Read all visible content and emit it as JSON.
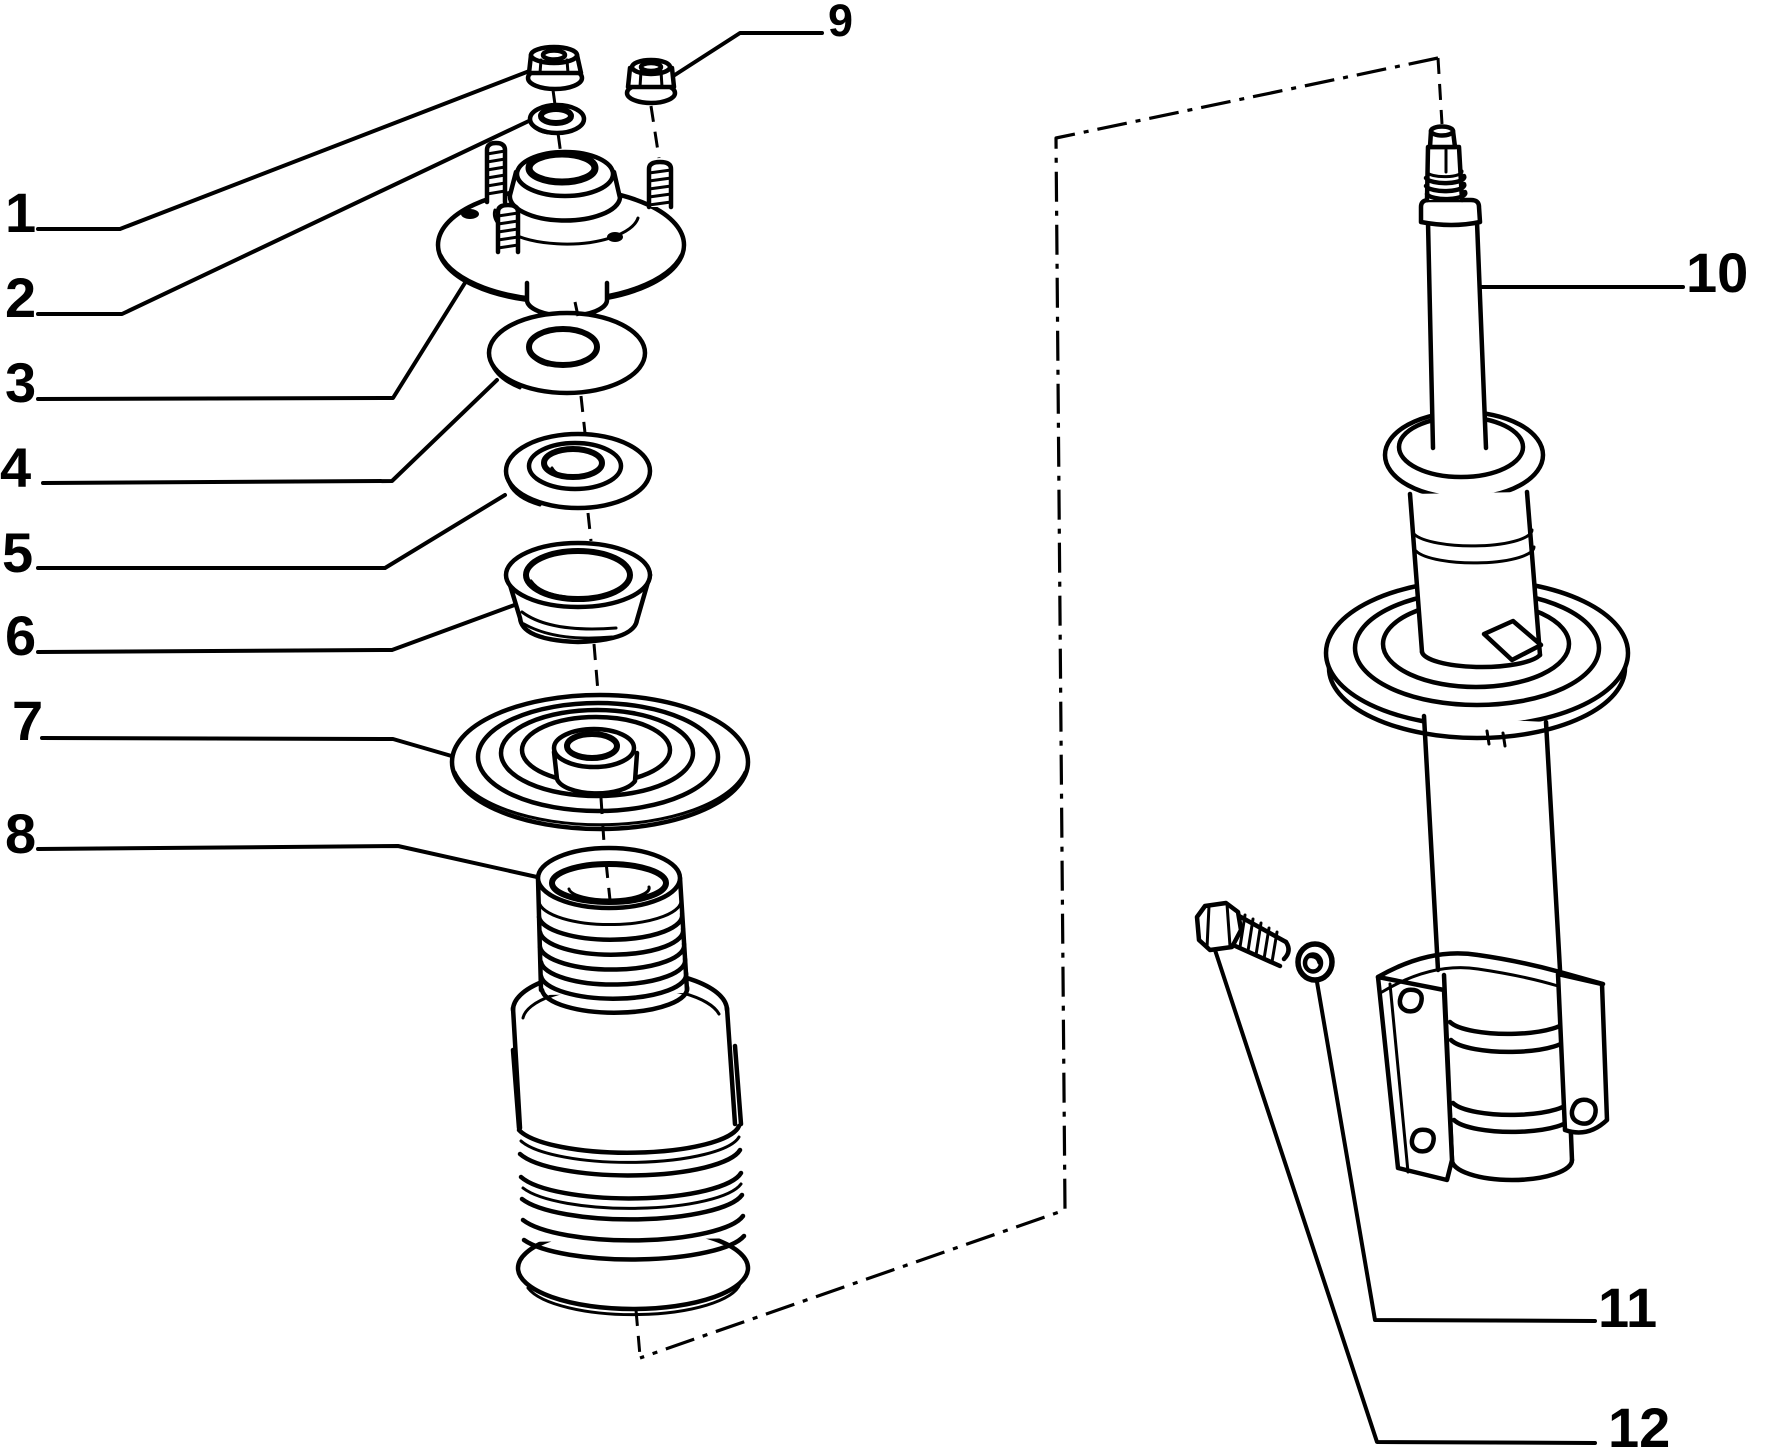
{
  "figure": {
    "type": "exploded-parts-diagram",
    "subject": "front suspension strut, upper mount and fastener assembly",
    "background_color": "#ffffff",
    "line_color": "#000000"
  },
  "callouts": [
    {
      "number": "1",
      "part": "self-locking nut"
    },
    {
      "number": "2",
      "part": "washer"
    },
    {
      "number": "3",
      "part": "upper strut mount with studs"
    },
    {
      "number": "4",
      "part": "flat washer"
    },
    {
      "number": "5",
      "part": "bearing ring"
    },
    {
      "number": "6",
      "part": "seal cup"
    },
    {
      "number": "7",
      "part": "upper spring seat"
    },
    {
      "number": "8",
      "part": "bump stop and dust boot"
    },
    {
      "number": "9",
      "part": "stud nut"
    },
    {
      "number": "10",
      "part": "shock absorber strut"
    },
    {
      "number": "11",
      "part": "washer"
    },
    {
      "number": "12",
      "part": "bolt"
    }
  ]
}
